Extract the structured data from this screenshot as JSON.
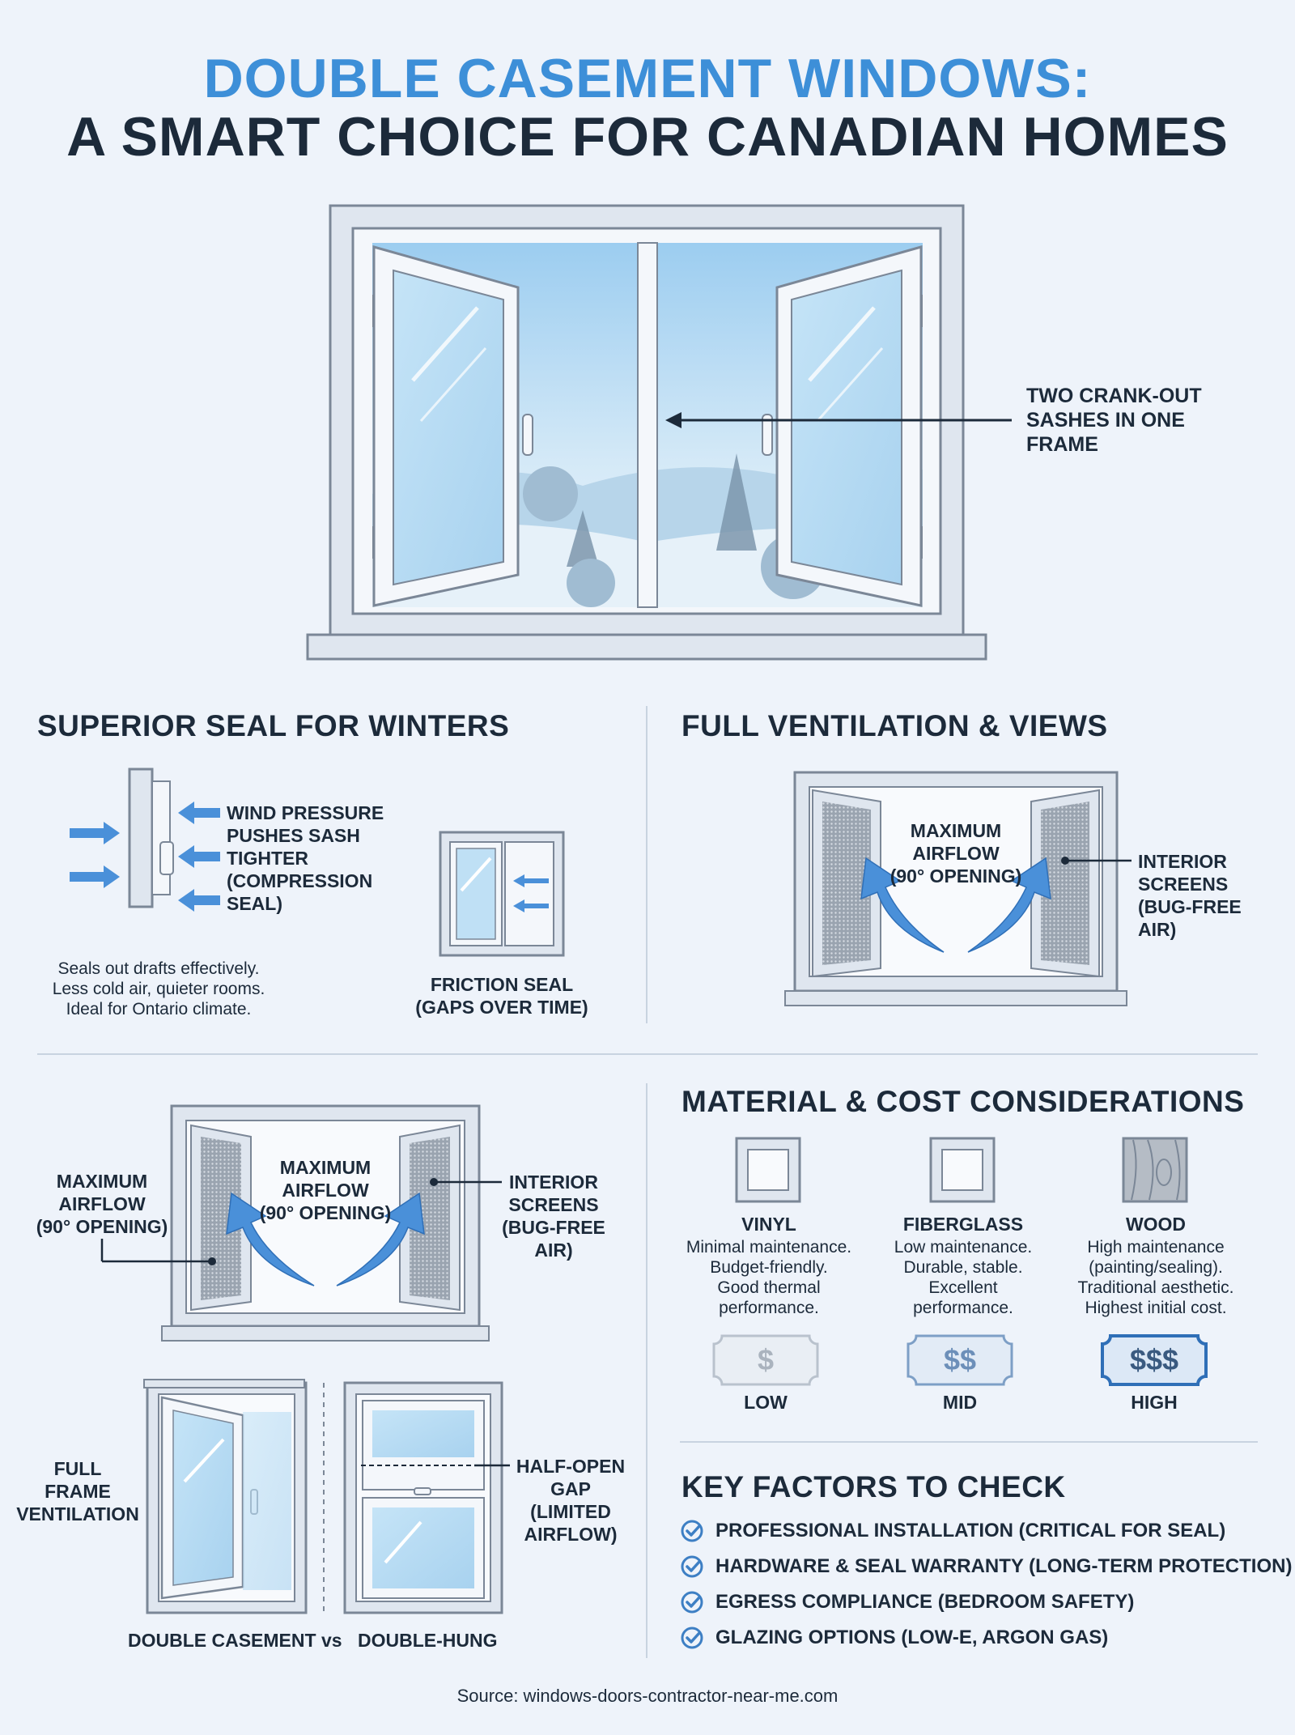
{
  "title": {
    "line1": "DOUBLE CASEMENT WINDOWS:",
    "line2": "A SMART CHOICE FOR CANADIAN HOMES"
  },
  "hero": {
    "callout": [
      "TWO CRANK-OUT",
      "SASHES IN ONE",
      "FRAME"
    ]
  },
  "seal": {
    "heading": "SUPERIOR SEAL FOR WINTERS",
    "wind_label": [
      "WIND PRESSURE",
      "PUSHES SASH",
      "TIGHTER",
      "(COMPRESSION",
      "SEAL)"
    ],
    "notes": [
      "Seals out drafts effectively.",
      "Less cold air, quieter rooms.",
      "Ideal for Ontario climate."
    ],
    "friction_label": [
      "FRICTION SEAL",
      "(GAPS OVER TIME)"
    ]
  },
  "ventilation": {
    "heading": "FULL VENTILATION & VIEWS",
    "max_airflow": [
      "MAXIMUM",
      "AIRFLOW",
      "(90° OPENING)"
    ],
    "screens": [
      "INTERIOR",
      "SCREENS",
      "(BUG-FREE",
      "AIR)"
    ]
  },
  "compare": {
    "left_label": [
      "MAXIMUM",
      "AIRFLOW",
      "(90° OPENING)"
    ],
    "center_label": [
      "MAXIMUM",
      "AIRFLOW",
      "(90° OPENING)"
    ],
    "right_label": [
      "INTERIOR",
      "SCREENS",
      "(BUG-FREE AIR)"
    ],
    "full_frame": [
      "FULL",
      "FRAME",
      "VENTILATION"
    ],
    "half_open": [
      "HALF-OPEN",
      "GAP",
      "(LIMITED",
      "AIRFLOW)"
    ],
    "caption_left": "DOUBLE CASEMENT vs",
    "caption_right": "DOUBLE-HUNG"
  },
  "materials": {
    "heading": "MATERIAL & COST CONSIDERATIONS",
    "items": [
      {
        "name": "VINYL",
        "desc": [
          "Minimal maintenance.",
          "Budget-friendly.",
          "Good thermal",
          "performance."
        ],
        "cost_symbol": "$",
        "cost_label": "LOW"
      },
      {
        "name": "FIBERGLASS",
        "desc": [
          "Low maintenance.",
          "Durable, stable.",
          "Excellent",
          "performance."
        ],
        "cost_symbol": "$$",
        "cost_label": "MID"
      },
      {
        "name": "WOOD",
        "desc": [
          "High maintenance",
          "(painting/sealing).",
          "Traditional aesthetic.",
          "Highest initial cost."
        ],
        "cost_symbol": "$$$",
        "cost_label": "HIGH"
      }
    ]
  },
  "factors": {
    "heading": "KEY FACTORS TO CHECK",
    "items": [
      "PROFESSIONAL INSTALLATION (CRITICAL FOR SEAL)",
      "HARDWARE & SEAL WARRANTY (LONG-TERM PROTECTION)",
      "EGRESS COMPLIANCE (BEDROOM SAFETY)",
      "GLAZING OPTIONS (LOW-E, ARGON GAS)"
    ]
  },
  "source": "Source: windows-doors-contractor-near-me.com",
  "colors": {
    "accent_blue": "#3d8fd8",
    "dark_text": "#1c2a3a",
    "background": "#eef3fa",
    "frame": "#dfe6ef",
    "frame_stroke": "#7b8797",
    "glass": "#bfe0f5"
  }
}
